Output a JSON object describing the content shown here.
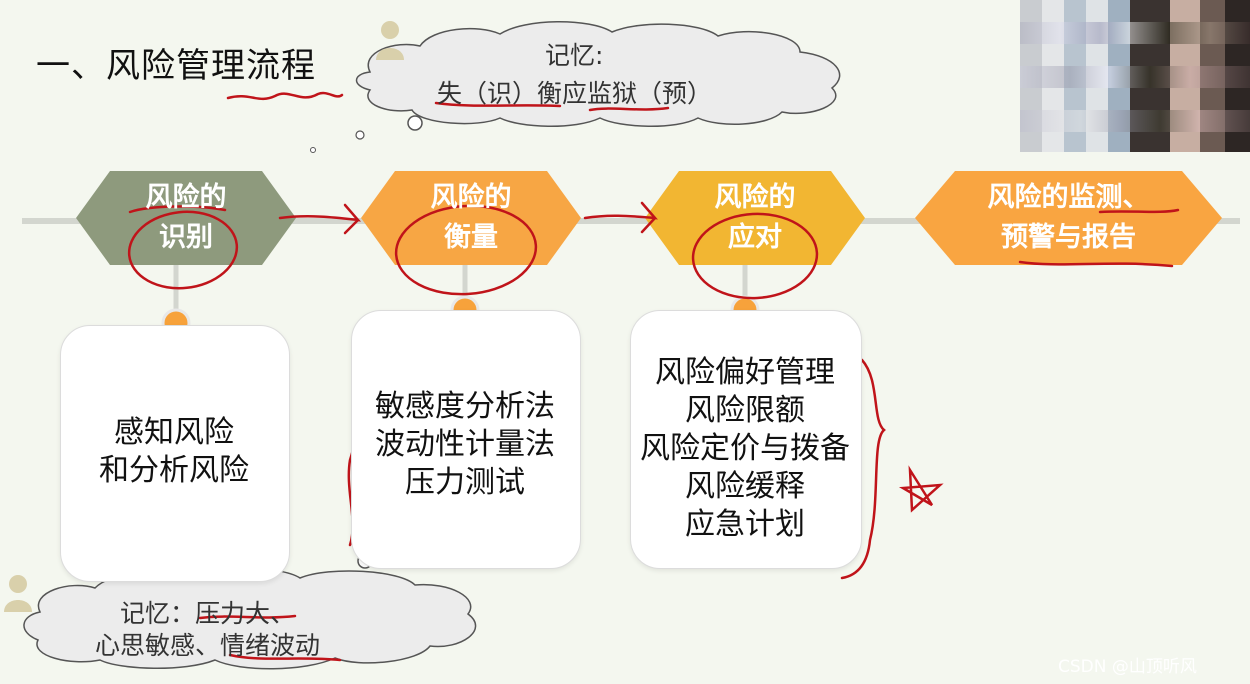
{
  "title": "一、风险管理流程",
  "memory_top": {
    "line1": "记忆:",
    "line2": "失（识）衡应监狱（预）"
  },
  "steps": [
    {
      "line1": "风险的",
      "line2": "识别",
      "color": "#8e9a7d"
    },
    {
      "line1": "风险的",
      "line2": "衡量",
      "color": "#f7a644"
    },
    {
      "line1": "风险的",
      "line2": "应对",
      "color": "#f2b632"
    },
    {
      "line1": "风险的监测、",
      "line2": "预警与报告",
      "color": "#f9a541"
    }
  ],
  "cards": [
    {
      "lines": [
        "感知风险",
        "和分析风险"
      ]
    },
    {
      "lines": [
        "敏感度分析法",
        "波动性计量法",
        "压力测试"
      ]
    },
    {
      "lines": [
        "风险偏好管理",
        "风险限额",
        "风险定价与拨备",
        "风险缓释",
        "应急计划"
      ]
    }
  ],
  "memory_bottom": {
    "line1": "记忆：压力大、",
    "line2": "心思敏感、情绪波动"
  },
  "watermark": "CSDN @山顶听风",
  "colors": {
    "line": "#d3d6cf",
    "dot": "#f7a23b",
    "annotation": "#c0141a"
  }
}
